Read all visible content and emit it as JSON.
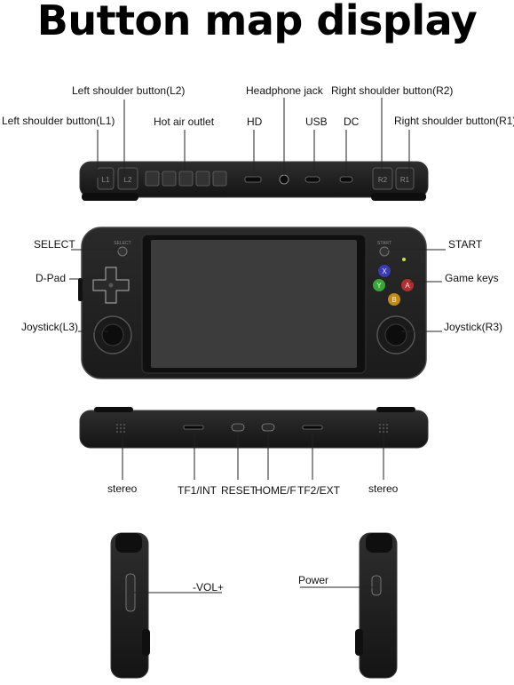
{
  "title": "Button map display",
  "top_view": {
    "left_shoulder_l2": "Left shoulder button(L2)",
    "headphone_jack": "Headphone jack",
    "right_shoulder_r2": "Right shoulder button(R2)",
    "left_shoulder_l1": "Left shoulder button(L1)",
    "hot_air_outlet": "Hot air outlet",
    "hd": "HD",
    "usb": "USB",
    "dc": "DC",
    "right_shoulder_r1": "Right shoulder button(R1)",
    "marks": {
      "l1": "L1",
      "l2": "L2",
      "r2": "R2",
      "r1": "R1"
    }
  },
  "front_view": {
    "select": "SELECT",
    "start": "START",
    "dpad": "D-Pad",
    "game_keys": "Game keys",
    "joystick_l3": "Joystick(L3)",
    "joystick_r3": "Joystick(R3)",
    "print_select": "SELECT",
    "print_start": "START",
    "keys": {
      "x": "X",
      "y": "Y",
      "a": "A",
      "b": "B"
    }
  },
  "bottom_view": {
    "stereo_left": "stereo",
    "tf1": "TF1/INT",
    "reset": "RESET",
    "home": "HOME/F",
    "tf2": "TF2/EXT",
    "stereo_right": "stereo"
  },
  "side_views": {
    "volume": "-VOL+",
    "power": "Power"
  },
  "colors": {
    "device": "#1f1f1f",
    "device_edge": "#3a3a3a",
    "screen": "#3c3c3c",
    "key_x": "#3b3bb0",
    "key_y": "#3aa63a",
    "key_a": "#b03030",
    "key_b": "#c08a1a"
  }
}
